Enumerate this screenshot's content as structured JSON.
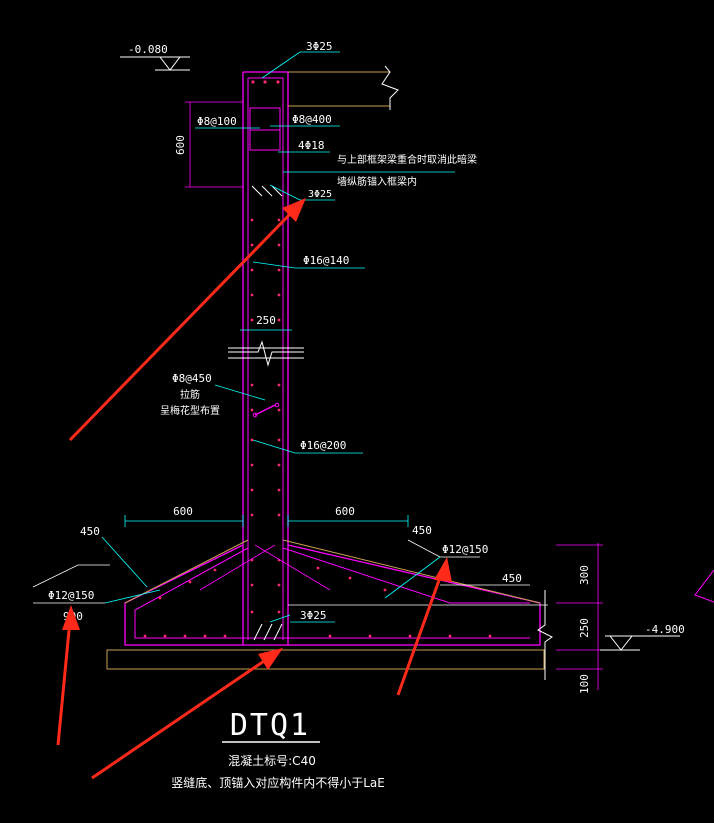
{
  "labels": {
    "elev_top": "-0.080",
    "elev_bottom": "-4.900",
    "top_bars": "3Φ25",
    "stirrup_beam": "Φ8@100",
    "dim_600_vert": "600",
    "stirrup_400": "Φ8@400",
    "bars_4_18": "4Φ18",
    "note_beam_1": "与上部框架梁重合时取消此暗梁",
    "note_beam_2": "墙纵筋锚入框梁内",
    "bars_3_25_mid": "3Φ25",
    "vert_bars_140": "Φ16@140",
    "wall_thickness": "250",
    "tie_450": "Φ8@450",
    "tie_note_1": "拉筋",
    "tie_note_2": "呈梅花型布置",
    "horiz_bars_200": "Φ16@200",
    "dim_600_left": "600",
    "dim_600_right": "600",
    "dim_450_left": "450",
    "dim_450_right": "450",
    "footing_bars_left": "Φ12@150",
    "footing_bars_right": "Φ12@150",
    "dim_900": "900",
    "dim_450_slope": "450",
    "dim_300": "300",
    "dim_250": "250",
    "dim_100": "100",
    "bottom_bars": "3Φ25",
    "drawing_title": "DTQ1",
    "concrete_grade": "混凝土标号:C40",
    "anchor_note": "竖缝底、顶锚入对应构件内不得小于LaE"
  },
  "colors": {
    "background": "#000000",
    "white": "#ffffff",
    "magenta": "#ff00ff",
    "cyan": "#00ffff",
    "orange": "#c8a050",
    "red_arrow": "#ff2a1a",
    "green_dim": "#00c850"
  }
}
